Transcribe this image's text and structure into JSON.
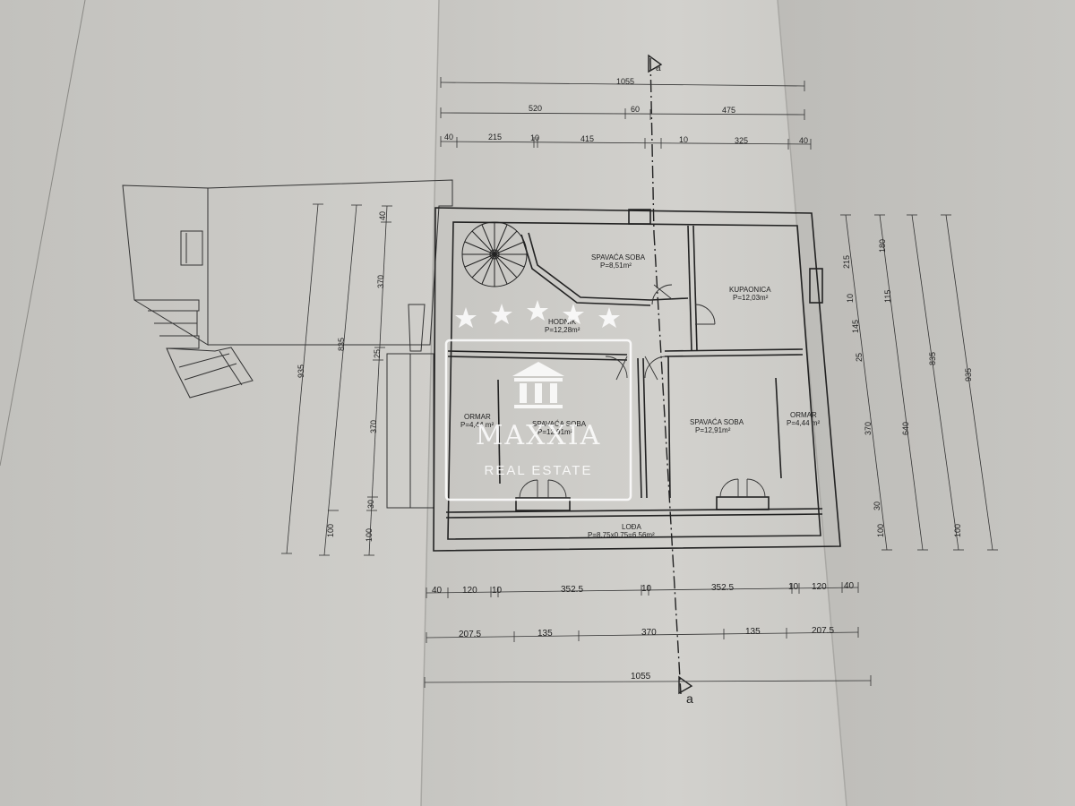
{
  "plan": {
    "section_marker": "a",
    "rooms": {
      "spavaca_top": {
        "name": "SPAVAĆA SOBA",
        "area": "P=8,51m²"
      },
      "kupaonica": {
        "name": "KUPAONICA",
        "area": "P=12,03m²"
      },
      "hodnik": {
        "name": "HODNIK",
        "area": "P=12,28m²"
      },
      "ormar_left": {
        "name": "ORMAR",
        "area": "P=4,44 m²"
      },
      "spavaca_left": {
        "name": "SPAVAĆA SOBA",
        "area": "P=12,91m²"
      },
      "spavaca_right": {
        "name": "SPAVAĆA SOBA",
        "area": "P=12,91m²"
      },
      "ormar_right": {
        "name": "ORMAR",
        "area": "P=4,44 m²"
      },
      "loda": {
        "name": "LOĐA",
        "area": "P=8,75x0,75=6.56m²"
      }
    },
    "dims_top": {
      "row1": [
        "1055"
      ],
      "row2": [
        "520",
        "60",
        "475"
      ],
      "row3": [
        "40",
        "215",
        "10",
        "415",
        "10",
        "325",
        "40"
      ]
    },
    "dims_bottom": {
      "row1": [
        "40",
        "120",
        "10",
        "352.5",
        "10",
        "352.5",
        "10",
        "120",
        "40"
      ],
      "row2": [
        "207.5",
        "135",
        "370",
        "135",
        "207.5"
      ],
      "row3": [
        "1055"
      ]
    },
    "dims_left": {
      "c1": [
        "935"
      ],
      "c2": [
        "835",
        "100"
      ],
      "c3": [
        "40",
        "370",
        "25",
        "370",
        "30",
        "100"
      ]
    },
    "dims_right": {
      "c1": [
        "215",
        "10",
        "145",
        "25",
        "370",
        "30",
        "100"
      ],
      "c2": [
        "180",
        "115",
        "640"
      ],
      "c3": [
        "835",
        "100"
      ],
      "c4": [
        "935"
      ]
    }
  },
  "watermark": {
    "brand": "MAXXIA",
    "tagline": "REAL ESTATE"
  }
}
